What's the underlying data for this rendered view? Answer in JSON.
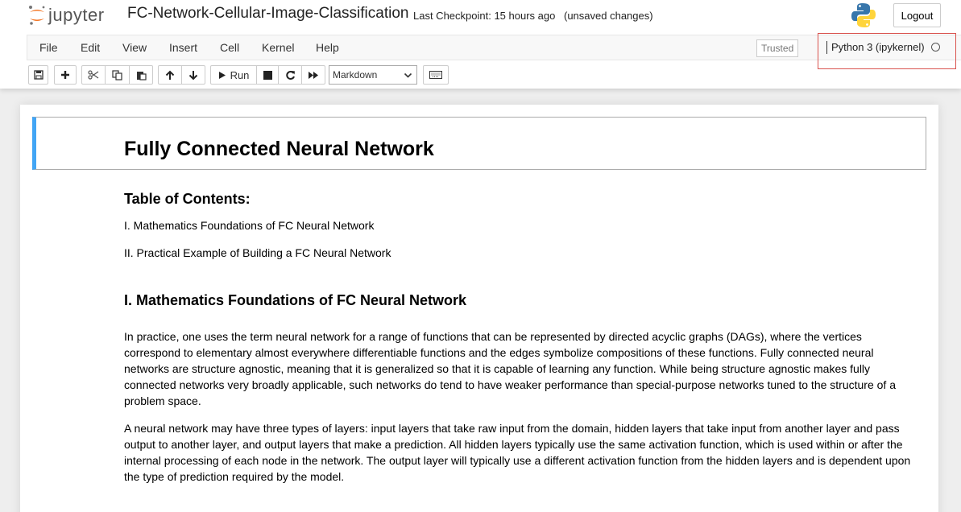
{
  "header": {
    "brand": "jupyter",
    "notebook_title": "FC-Network-Cellular-Image-Classification",
    "checkpoint": "Last Checkpoint: 15 hours ago",
    "unsaved": "(unsaved changes)",
    "logout_label": "Logout"
  },
  "menubar": {
    "items": [
      "File",
      "Edit",
      "View",
      "Insert",
      "Cell",
      "Kernel",
      "Help"
    ],
    "trusted_label": "Trusted",
    "kernel_name": "Python 3 (ipykernel)"
  },
  "toolbar": {
    "run_label": "Run",
    "cell_type": "Markdown",
    "icons": [
      "save-icon",
      "plus-icon",
      "cut-icon",
      "copy-icon",
      "paste-icon",
      "arrow-up-icon",
      "arrow-down-icon",
      "play-icon",
      "stop-icon",
      "restart-icon",
      "fast-forward-icon",
      "keyboard-icon"
    ]
  },
  "notebook": {
    "heading1": "Fully Connected Neural Network",
    "toc_title": "Table of Contents:",
    "toc_items": [
      "I. Mathematics Foundations of FC Neural Network",
      "II. Practical Example of Building a FC Neural Network"
    ],
    "heading2": "I. Mathematics Foundations of FC Neural Network",
    "paragraphs": [
      "In practice, one uses the term neural network for a range of functions that can be represented by directed acyclic graphs (DAGs), where the vertices correspond to elementary almost everywhere differentiable functions and the edges symbolize compositions of these functions. Fully connected neural networks are structure agnostic, meaning that it is generalized so that it is capable of learning any function. While being structure agnostic makes fully connected networks very broadly applicable, such networks do tend to have weaker performance than special-purpose networks tuned to the structure of a problem space.",
      "A neural network may have three types of layers: input layers that take raw input from the domain, hidden layers that take input from another layer and pass output to another layer, and output layers that make a prediction. All hidden layers typically use the same activation function, which is used within or after the internal processing of each node in the network. The output layer will typically use a different activation function from the hidden layers and is dependent upon the type of prediction required by the model."
    ]
  },
  "colors": {
    "jupyter_orange": "#f37626",
    "selected_cell_bar": "#42a5f5",
    "highlight_box": "#d9534f"
  }
}
